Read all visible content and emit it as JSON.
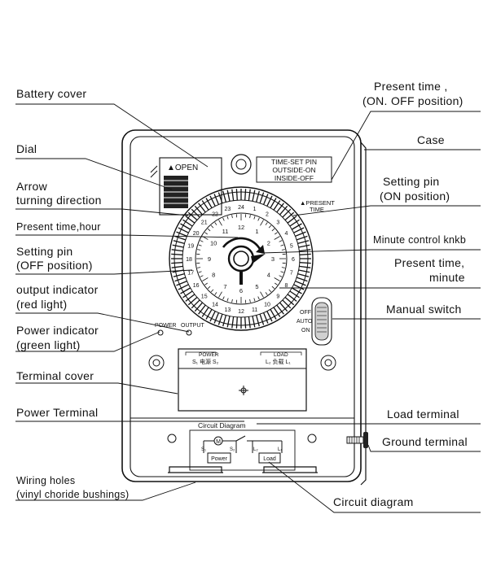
{
  "labels": {
    "battery_cover": "Battery cover",
    "dial": "Dial",
    "arrow_turning_1": "Arrow",
    "arrow_turning_2": "turning direction",
    "present_time_hour": "Present time,hour",
    "setting_pin_off_1": "Setting pin",
    "setting_pin_off_2": "(OFF position)",
    "output_indicator_1": "output indicator",
    "output_indicator_2": "(red light)",
    "power_indicator_1": "Power indicator",
    "power_indicator_2": "(green light)",
    "terminal_cover": "Terminal cover",
    "power_terminal": "Power Terminal",
    "wiring_holes_1": "Wiring holes",
    "wiring_holes_2": "(vinyl choride bushings)",
    "present_time_on_off_1": "Present time ,",
    "present_time_on_off_2": "(ON. OFF position)",
    "case": "Case",
    "setting_pin_on_1": "Setting pin",
    "setting_pin_on_2": "(ON position)",
    "minute_control": "Minute control knkb",
    "present_time_minute_1": "Present time,",
    "present_time_minute_2": "minute",
    "manual_switch": "Manual switch",
    "load_terminal": "Load terminal",
    "ground_terminal": "Ground terminal",
    "circuit_diagram": "Circuit diagram"
  },
  "device": {
    "open_text": "▲OPEN",
    "time_set_1": "TIME-SET PIN",
    "time_set_2": "OUTSIDE-ON",
    "time_set_3": "INSIDE-OFF",
    "present_time_mark_1": "▲PRESENT",
    "present_time_mark_2": "TIME",
    "switch_off": "OFF",
    "switch_auto": "AUTO",
    "switch_on": "ON",
    "power_led": "POWER",
    "output_led": "OUTPUT",
    "power_block_label": "POWER",
    "power_block_terminals": "S₁ 电源 S₂",
    "load_block_label": "LOAD",
    "load_block_terminals": "L₂ 负载 L₁",
    "circuit_title": "Circuit Diagram",
    "circuit_motor": "M",
    "circuit_s1": "S₁",
    "circuit_s2": "S₂",
    "circuit_l1": "L₁",
    "circuit_l2": "L₂",
    "circuit_power": "Power",
    "circuit_load": "Load"
  },
  "dial_hours": [
    "1",
    "2",
    "3",
    "4",
    "5",
    "6",
    "7",
    "8",
    "9",
    "10",
    "11",
    "12"
  ],
  "ring_hours": [
    "1",
    "2",
    "3",
    "4",
    "5",
    "6",
    "7",
    "8",
    "9",
    "10",
    "11",
    "12",
    "13",
    "14",
    "15",
    "16",
    "17",
    "18",
    "19",
    "20",
    "21",
    "22",
    "23",
    "24"
  ]
}
